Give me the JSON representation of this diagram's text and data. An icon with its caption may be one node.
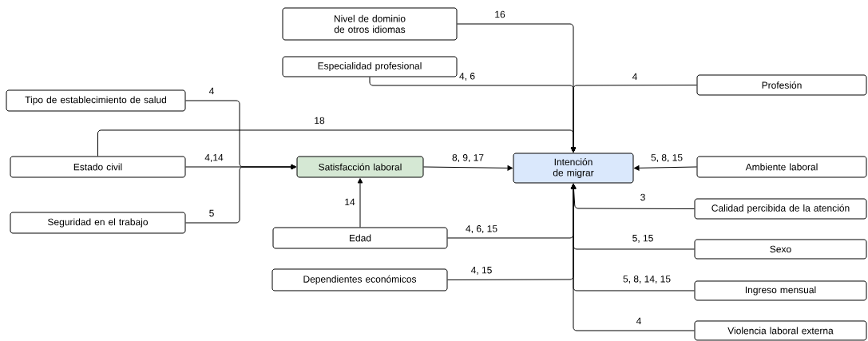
{
  "diagram": {
    "nodes": [
      {
        "text": [
          "Nivel de dominio de otros idiomas"
        ]
      },
      {
        "text": [
          "Especialidad profesional"
        ]
      },
      {
        "text": [
          "Profesión"
        ]
      },
      {
        "text": [
          "Tipo de establecimiento de salud"
        ]
      },
      {
        "text": [
          "Estado civil"
        ]
      },
      {
        "text": [
          "Satisfacción laboral"
        ]
      },
      {
        "text": [
          "Intención de migrar"
        ]
      },
      {
        "text": [
          "Ambiente laboral"
        ]
      },
      {
        "text": [
          "Calidad percibida de la atención"
        ]
      },
      {
        "text": [
          "Seguridad en el trabajo"
        ]
      },
      {
        "text": [
          "Edad"
        ]
      },
      {
        "text": [
          "Sexo"
        ]
      },
      {
        "text": [
          "Dependientes económicos"
        ]
      },
      {
        "text": [
          "Ingreso mensual"
        ]
      },
      {
        "text": [
          "Violencia laboral externa"
        ]
      }
    ],
    "edges": [
      {
        "from": 0,
        "to": 6,
        "arrow": "to",
        "label": "16"
      },
      {
        "from": 1,
        "to": 6,
        "arrow": "to",
        "label": "4, 6"
      },
      {
        "from": 2,
        "to": 6,
        "arrow": "to",
        "label": "4"
      },
      {
        "from": 3,
        "to": 5,
        "arrow": "to",
        "label": "4"
      },
      {
        "from": 4,
        "to": 6,
        "arrow": "to",
        "label": "18"
      },
      {
        "from": 4,
        "to": 5,
        "arrow": "to",
        "label": "4,14"
      },
      {
        "from": 9,
        "to": 5,
        "arrow": "to",
        "label": "5"
      },
      {
        "from": 5,
        "to": 6,
        "arrow": "to",
        "label": "8, 9, 17"
      },
      {
        "from": 7,
        "to": 6,
        "arrow": "to",
        "label": "5, 8, 15"
      },
      {
        "from": 10,
        "to": 5,
        "arrow": "to",
        "label": "14"
      },
      {
        "from": 10,
        "to": 6,
        "arrow": "to",
        "label": "4, 6, 15"
      },
      {
        "from": 12,
        "to": 6,
        "arrow": "to",
        "label": "4, 15"
      },
      {
        "from": 8,
        "to": 6,
        "arrow": "to",
        "label": "3"
      },
      {
        "from": 11,
        "to": 6,
        "arrow": "to",
        "label": "5, 15"
      },
      {
        "from": 13,
        "to": 6,
        "arrow": "to",
        "label": "5, 8, 14, 15"
      },
      {
        "from": 14,
        "to": 6,
        "arrow": "to",
        "label": "4"
      }
    ]
  }
}
